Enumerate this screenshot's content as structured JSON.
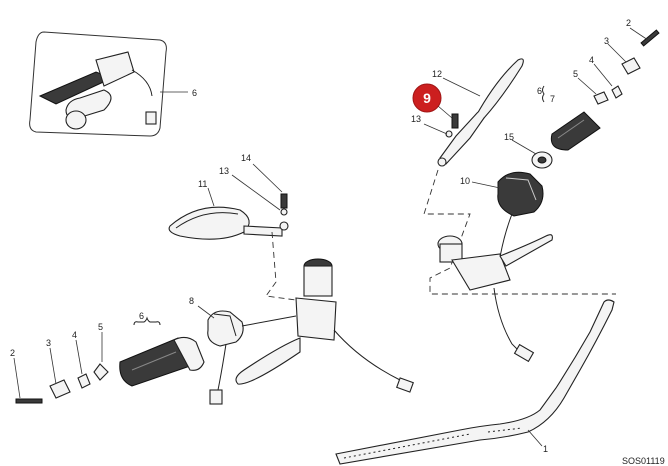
{
  "diagram": {
    "drawing_code": "SOS01119",
    "highlight": {
      "label": "9",
      "color": "#cc1f1f"
    },
    "callouts": [
      {
        "id": "c-1",
        "label": "1"
      },
      {
        "id": "c-2a",
        "label": "2"
      },
      {
        "id": "c-3a",
        "label": "3"
      },
      {
        "id": "c-4a",
        "label": "4"
      },
      {
        "id": "c-5a",
        "label": "5"
      },
      {
        "id": "c-6a",
        "label": "6"
      },
      {
        "id": "c-8",
        "label": "8"
      },
      {
        "id": "c-11",
        "label": "11"
      },
      {
        "id": "c-13a",
        "label": "13"
      },
      {
        "id": "c-14",
        "label": "14"
      },
      {
        "id": "c-6inset",
        "label": "6"
      },
      {
        "id": "c-2b",
        "label": "2"
      },
      {
        "id": "c-3b",
        "label": "3"
      },
      {
        "id": "c-4b",
        "label": "4"
      },
      {
        "id": "c-5b",
        "label": "5"
      },
      {
        "id": "c-6b",
        "label": "6"
      },
      {
        "id": "c-7",
        "label": "7"
      },
      {
        "id": "c-10",
        "label": "10"
      },
      {
        "id": "c-12",
        "label": "12"
      },
      {
        "id": "c-13b",
        "label": "13"
      },
      {
        "id": "c-15",
        "label": "15"
      }
    ]
  }
}
